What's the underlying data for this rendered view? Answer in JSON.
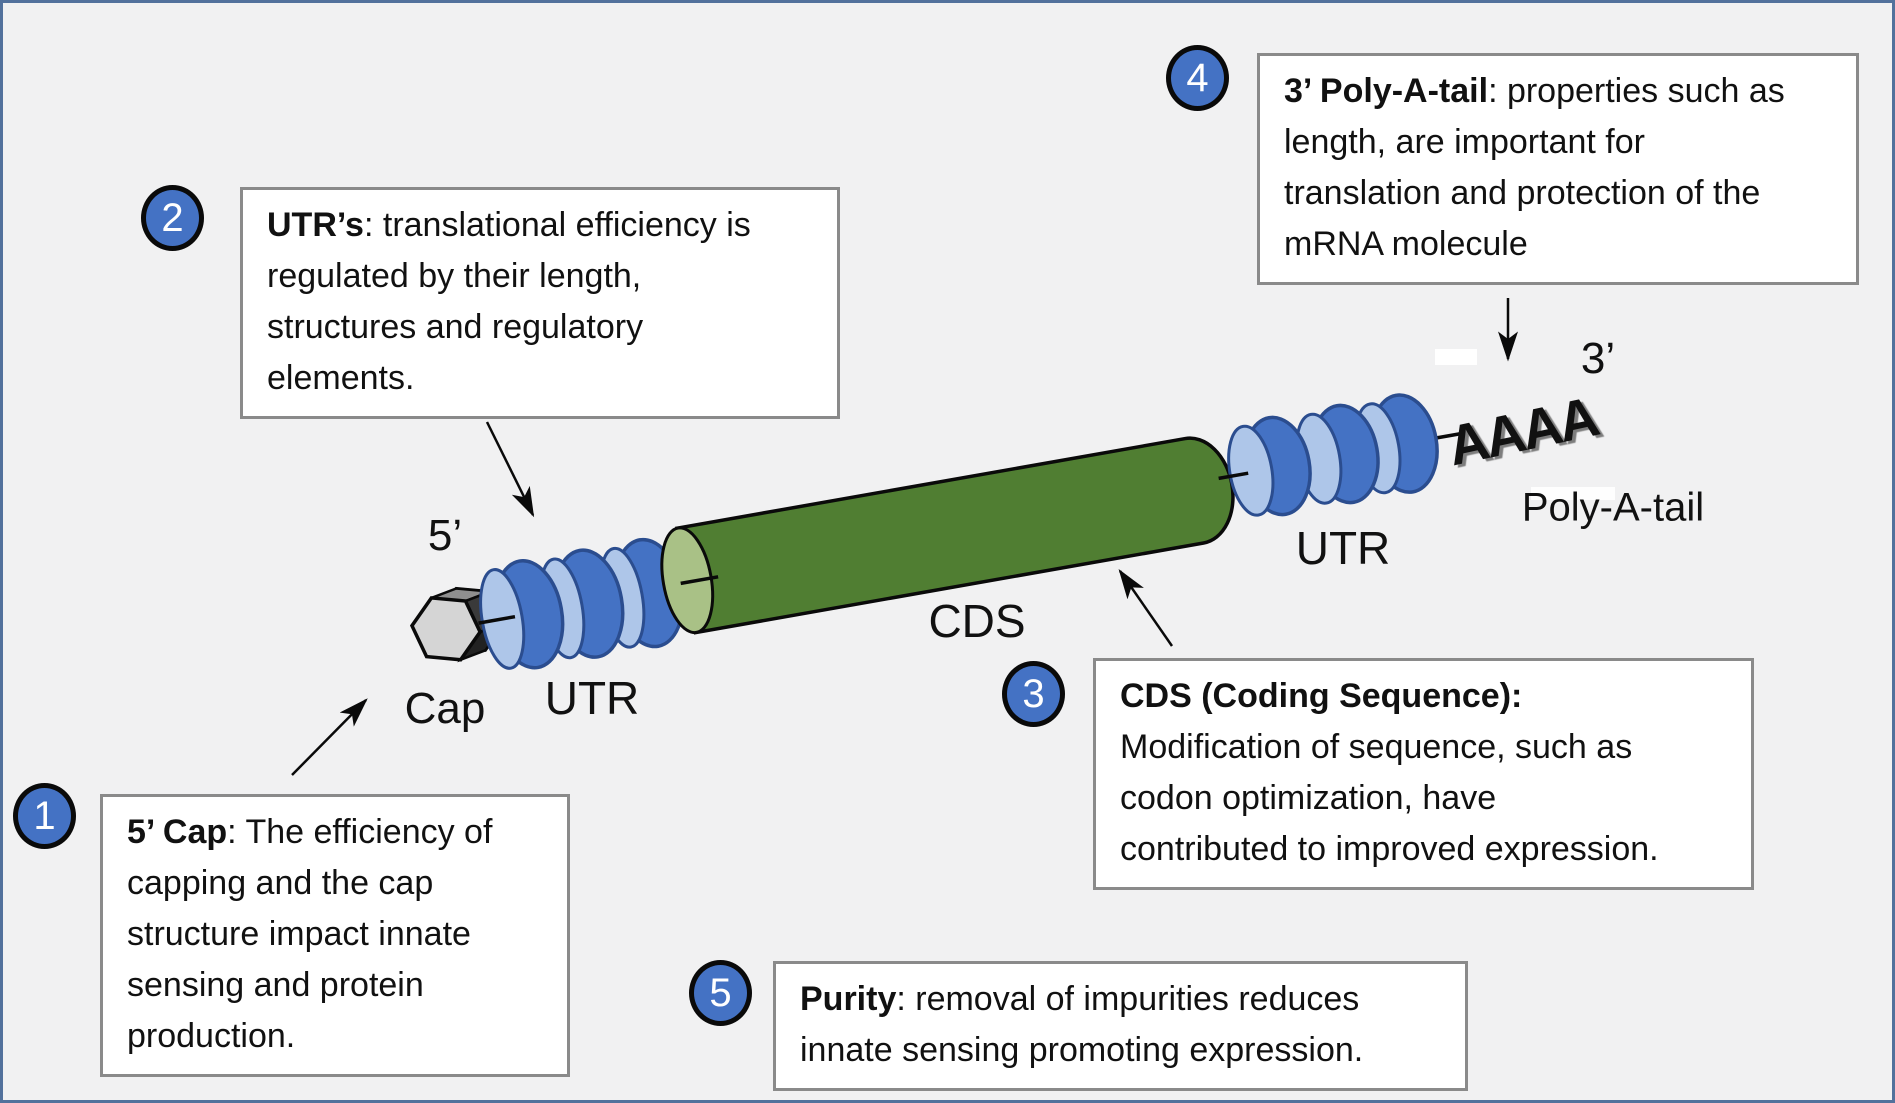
{
  "figure": {
    "description": "mRNA molecule structure diagram with five numbered annotation notes",
    "background": "#f1f1f2",
    "frame_color": "#52719c"
  },
  "colors": {
    "accent_blue": "#4472c4",
    "coil_light_blue": "#aec6e9",
    "coil_outline_blue": "#2b4d8f",
    "cds_green": "#507e32",
    "cds_face_green": "#a9c186",
    "cap_gray": "#d5d5d5",
    "note_border_gray": "#8a8a8a",
    "text_black": "#111111",
    "circle_text_white": "#ffffff"
  },
  "labels": {
    "five_prime": "5’",
    "three_prime": "3’",
    "cap": "Cap",
    "utr_left": "UTR",
    "utr_right": "UTR",
    "cds": "CDS",
    "poly_a_tail": "Poly-A-tail",
    "aaaa": "AAAA"
  },
  "notes": [
    {
      "number": "1",
      "lead": "5’ Cap",
      "lines": [
        ": The efficiency of",
        "capping and the cap",
        "structure impact innate",
        "sensing and protein",
        "production."
      ]
    },
    {
      "number": "2",
      "lead": "UTR’s",
      "lines": [
        ": translational efficiency is",
        "regulated by their length,",
        "structures and regulatory",
        "elements."
      ]
    },
    {
      "number": "3",
      "lead": "CDS (Coding Sequence):",
      "lines": [
        "",
        "Modification of sequence, such as",
        "codon optimization, have",
        "contributed to improved expression."
      ]
    },
    {
      "number": "4",
      "lead": "3’ Poly-A-tail",
      "lines": [
        ": properties such as",
        "length, are important for",
        "translation and protection of the",
        "mRNA molecule"
      ]
    },
    {
      "number": "5",
      "lead": "Purity",
      "lines": [
        ": removal of impurities reduces",
        "innate sensing promoting expression."
      ]
    }
  ]
}
